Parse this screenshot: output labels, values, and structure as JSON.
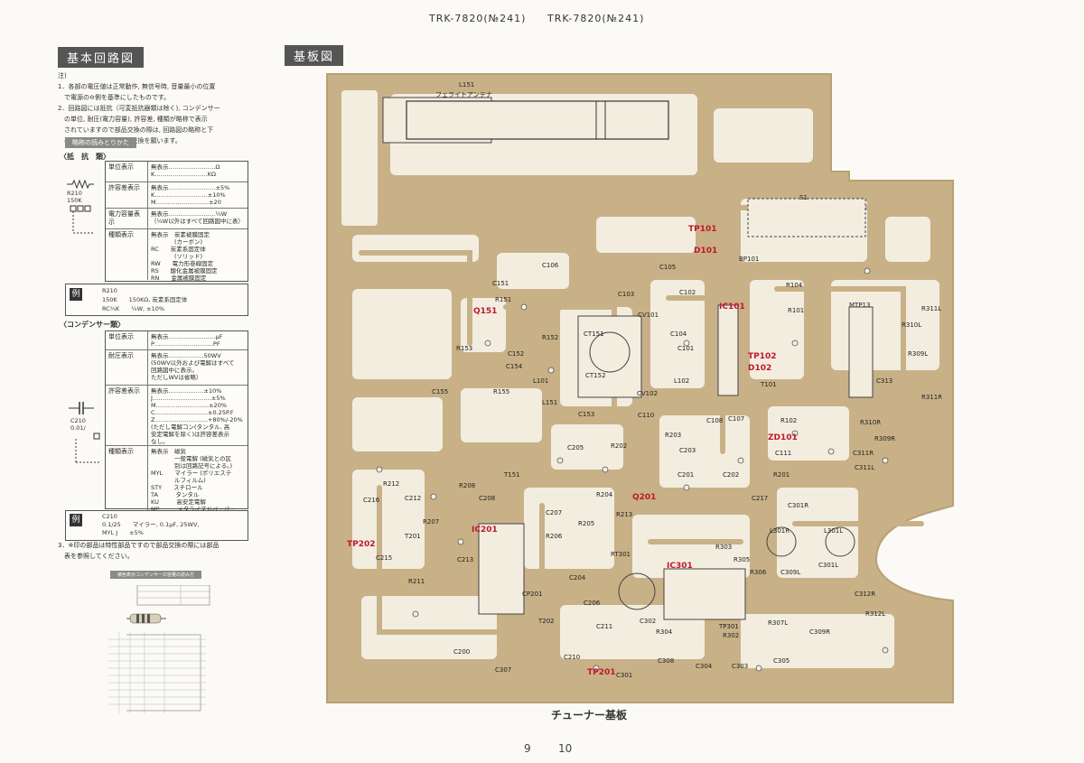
{
  "header": {
    "left_model": "TRK-7820(№241)",
    "right_model": "TRK-7820(№241)"
  },
  "left": {
    "title": "基本回路図",
    "note_head": "注)",
    "notes": [
      "1．各部の電圧値は正常動作, 無信号時, 音量最小の位置",
      "　で電源の⊖側を基準にしたものです。",
      "2．回路図には抵抗（可変抵抗器類は除く), コンデンサー",
      "　の単位, 耐圧(電力容量), 許容差, 種類が略称で表示",
      "　されていますので部品交換の際は, 回路図の略称と下",
      "　表と照合し, 正しい部品交換を願います。"
    ],
    "subbar": "略称の読みとりかた",
    "resistor_label": "〈抵　抗　類〉",
    "resistor_symbol": [
      "R210",
      "150K"
    ],
    "resistor_rows": [
      {
        "head": "単位表示",
        "lines": [
          "無表示……………………Ω",
          "K………………………KΩ"
        ]
      },
      {
        "head": "許容差表示",
        "lines": [
          "無表示……………………±5%",
          "K………………………±10%",
          "M………………………±20"
        ]
      },
      {
        "head": "電力容量表示",
        "lines": [
          "無表示……………………¼W",
          "（¼W以外はすべて回路図中に表）"
        ]
      },
      {
        "head": "種類表示",
        "lines": [
          "無表示　炭素被膜固定",
          "　　　　(カーボン)",
          "RC　　炭素系固定体",
          "　　　　(ソリッド)",
          "RW　　電力形巻線固定",
          "RS　　酸化金属被膜固定",
          "RN　　金属被膜固定"
        ]
      }
    ],
    "resistor_example": {
      "tag": "例",
      "lines": [
        "R210",
        "150K　　150KΩ, 炭素系固定体",
        "RC¼K　　¼W, ±10%"
      ]
    },
    "capacitor_label": "〈コンデンサー類〉",
    "capacitor_symbol": [
      "C210",
      "0.01/"
    ],
    "capacitor_rows": [
      {
        "head": "単位表示",
        "lines": [
          "無表示……………………μF",
          "P…………………………PF"
        ]
      },
      {
        "head": "耐圧表示",
        "lines": [
          "無表示………………50WV",
          "(50WV以外および電解はすべて",
          "回路図中に表示。",
          "ただしWVは省略）"
        ]
      },
      {
        "head": "許容差表示",
        "lines": [
          "無表示………………±10%",
          "J…………………………±5%",
          "M………………………±20%",
          "C………………………±0.25P.F",
          "Z………………………+80%/-20%",
          "(ただし電解コン(タンタル, 高",
          "安定電解を除く)は許容差表示",
          "なし。"
        ]
      },
      {
        "head": "種類表示",
        "lines": [
          "無表示　磁気",
          "　　　　一般電解 (磁気との区",
          "　　　　別は回路記号による。)",
          "MYL　　マイラー (ポリエステ",
          "　　　　ルフィルム)",
          "STY　　スチロール",
          "TA　　　タンタル",
          "KU　　　高安定電解",
          "MP　　　メタライズドペーパー"
        ]
      }
    ],
    "capacitor_example": {
      "tag": "例",
      "lines": [
        "C210",
        "0.1/25　　マイラー, 0.1μF, 25WV,",
        "MYL J　　±5%"
      ]
    },
    "note3": [
      "3．※印の部品は特性部品ですので部品交換の際には部品",
      "　表を参照してください。"
    ],
    "small_table_title": "被色表示コンデンサーの容量の読み方"
  },
  "right": {
    "title": "基板図",
    "antenna_label": [
      "L151",
      "フェライトアンテナ"
    ],
    "caption": "チューナー基板"
  },
  "pcb_labels": {
    "red": [
      "TP101",
      "D101",
      "IC101",
      "TP102",
      "D102",
      "Q151",
      "ZD101",
      "Q201",
      "IC201",
      "TP202",
      "IC301",
      "TP201"
    ],
    "black": [
      "S1",
      "BP101",
      "C151",
      "C106",
      "C105",
      "C103",
      "C102",
      "R104",
      "R101",
      "R151",
      "R152",
      "R153",
      "CT151",
      "CV101",
      "C104",
      "C101",
      "MTP13",
      "R310L",
      "R309L",
      "R311L",
      "R311R",
      "R310R",
      "R309R",
      "C313",
      "T101",
      "C154",
      "C152",
      "C153",
      "CT152",
      "L101",
      "L102",
      "C155",
      "R155",
      "L151",
      "CV102",
      "C110",
      "C108",
      "C107",
      "R102",
      "C111",
      "C203",
      "R203",
      "R202",
      "R201",
      "C202",
      "C201",
      "C205",
      "T151",
      "C208",
      "R208",
      "R212",
      "C216",
      "C212",
      "R207",
      "T201",
      "C215",
      "R211",
      "C213",
      "C207",
      "R205",
      "R206",
      "R213",
      "RT301",
      "C204",
      "CP201",
      "C206",
      "C211",
      "R204",
      "T202",
      "C210",
      "C200",
      "C307",
      "C301",
      "C302",
      "R304",
      "R302",
      "C308",
      "C304",
      "C303",
      "C305",
      "TP301",
      "C217",
      "C301R",
      "L301R",
      "L301L",
      "C301L",
      "R303",
      "R305",
      "R306",
      "C309L",
      "C312R",
      "R307L",
      "R312L",
      "C309R",
      "C311R",
      "C311L"
    ]
  },
  "page_numbers": {
    "left": "9",
    "right": "10"
  }
}
